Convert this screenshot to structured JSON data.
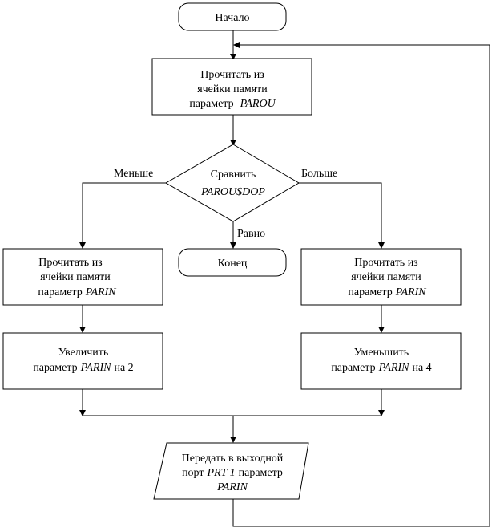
{
  "flowchart": {
    "start": "Начало",
    "read_parou": {
      "line1": "Прочитать из",
      "line2": "ячейки памяти",
      "line3_prefix": "параметр",
      "line3_var": "PAROU"
    },
    "compare": {
      "line1": "Сравнить",
      "line2": "PAROU$DOP"
    },
    "branch_less": "Меньше",
    "branch_more": "Больше",
    "branch_equal": "Равно",
    "end": "Конец",
    "read_parin_left": {
      "line1": "Прочитать из",
      "line2": "ячейки памяти",
      "line3_prefix": "параметр",
      "line3_var": "PARIN"
    },
    "read_parin_right": {
      "line1": "Прочитать из",
      "line2": "ячейки памяти",
      "line3_prefix": "параметр",
      "line3_var": "PARIN"
    },
    "increase": {
      "line1": "Увеличить",
      "line2_prefix": "параметр",
      "line2_var": "PARIN",
      "line2_suffix": "на 2"
    },
    "decrease": {
      "line1": "Уменьшить",
      "line2_prefix": "параметр",
      "line2_var": "PARIN",
      "line2_suffix": "на 4"
    },
    "output": {
      "line1": "Передать в выходной",
      "line2_prefix": "порт",
      "line2_var": "PRT 1",
      "line2_suffix": "параметр",
      "line3_var": "PARIN"
    }
  }
}
